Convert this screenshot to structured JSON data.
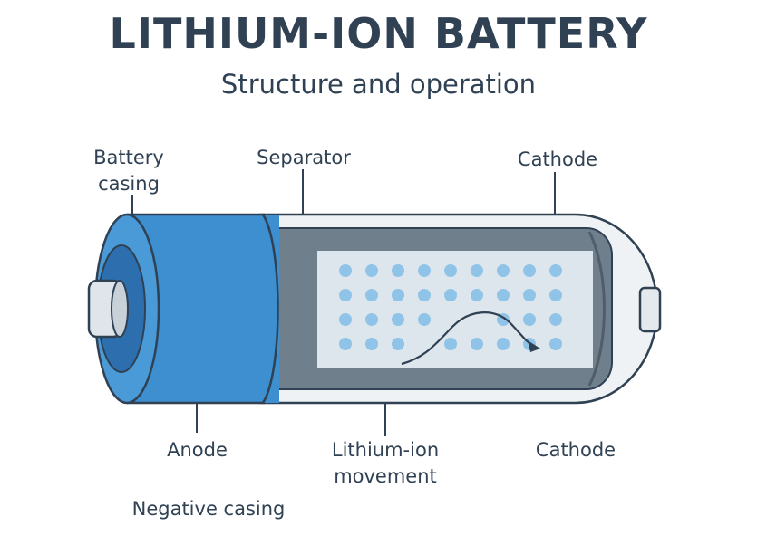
{
  "title": "LITHIUM-ION BATTERY",
  "subtitle": "Structure and operation",
  "labels": {
    "battery_casing_line1": "Battery",
    "battery_casing_line2": "casing",
    "separator": "Separator",
    "cathode_top": "Cathode",
    "anode": "Anode",
    "lithium_ion_line1": "Lithium-ion",
    "lithium_ion_line2": "movement",
    "cathode_bottom": "Cathode",
    "negative_casing": "Negative casing"
  },
  "colors": {
    "text": "#2f4153",
    "anode_blue": "#3d8fd0",
    "anode_dark": "#2a6ba6",
    "casing_light": "#e6ebef",
    "separator_gray": "#6f7f8c",
    "electrolyte": "#dde6ec",
    "ion_dot": "#8fc4e8"
  }
}
